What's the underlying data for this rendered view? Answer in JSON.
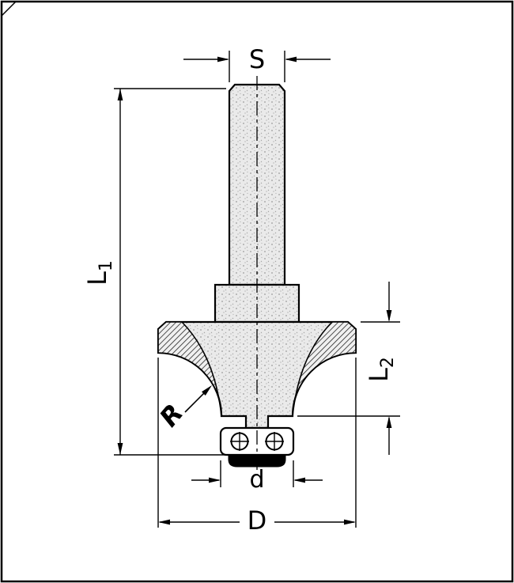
{
  "figure": {
    "labels": {
      "shank_diameter": "S",
      "total_length": {
        "base": "L",
        "sub": "1"
      },
      "cutting_length": {
        "base": "L",
        "sub": "2"
      },
      "radius": "R",
      "bearing_diameter": "d",
      "cutting_diameter": "D"
    },
    "colors": {
      "line": "#000000",
      "background": "#ffffff",
      "steel_fill": "#eaeaea",
      "carbide_hatch": "#262626"
    }
  }
}
